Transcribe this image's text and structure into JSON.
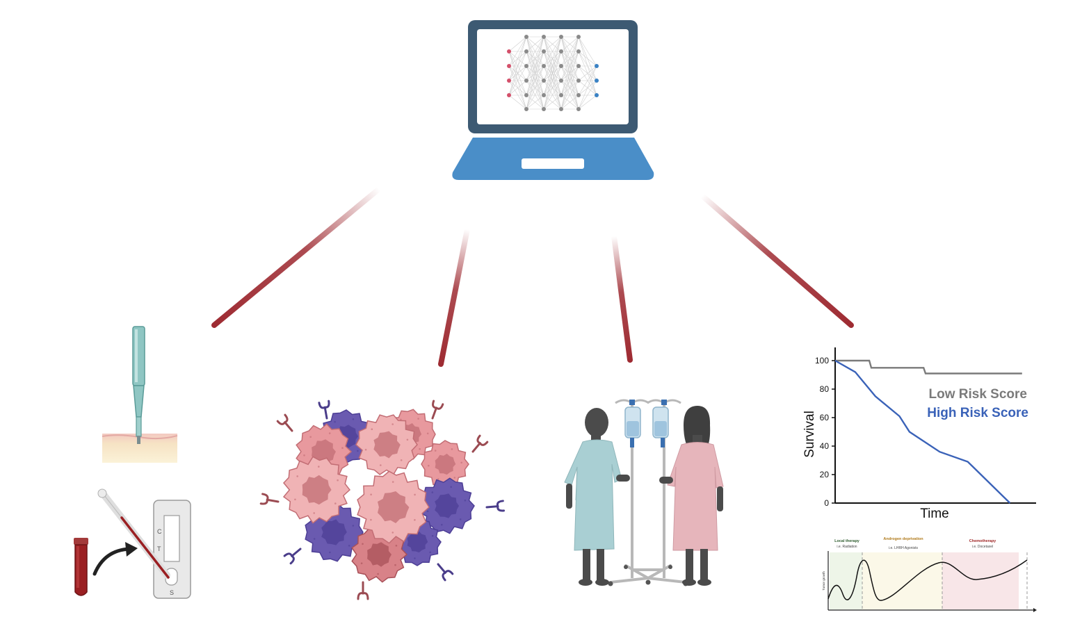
{
  "colors": {
    "laptop_frame": "#3d5a73",
    "laptop_base": "#4a8ec8",
    "arrow": "#9e2b32",
    "low_risk": "#7a7a7a",
    "high_risk": "#3a62b8",
    "cell_pink": "#e8999e",
    "cell_purple": "#6a5ab0",
    "gown_blue": "#a9cfd3",
    "gown_pink": "#e6b5bb",
    "blood": "#9a1f22"
  },
  "icons": {
    "computer": "laptop-neural-network-icon",
    "biopsy": "biopsy-needle-icon",
    "liquid_biopsy": "liquid-biopsy-test-icon",
    "tumor": "tumor-cells-icon",
    "patients": "patients-iv-icon",
    "growth": "tumor-growth-curve-icon"
  },
  "survival": {
    "chart_data": {
      "type": "line",
      "title": "",
      "xlabel": "Time",
      "ylabel": "Survival",
      "ylim": [
        0,
        100
      ],
      "xlim": [
        0,
        100
      ],
      "yticks": [
        0,
        20,
        40,
        60,
        80,
        100
      ],
      "legend_position": "top-right",
      "series": [
        {
          "name": "Low Risk Score",
          "color": "#7a7a7a",
          "x": [
            0,
            17,
            18,
            44,
            45,
            93
          ],
          "y": [
            100,
            100,
            95,
            95,
            91,
            91
          ]
        },
        {
          "name": "High Risk Score",
          "color": "#3a62b8",
          "x": [
            0,
            10,
            20,
            32,
            37,
            52,
            66,
            87
          ],
          "y": [
            100,
            92,
            75,
            61,
            50,
            36,
            29,
            0
          ]
        }
      ]
    }
  },
  "growth": {
    "ylabel": "Tumor growth",
    "phases": [
      {
        "title": "Local therapy",
        "sub": "i.e. Radiation",
        "color": "#2f5d2f",
        "bg": "#eef5e8"
      },
      {
        "title": "Androgen deprivation",
        "sub": "i.e. LHRH Agonists",
        "color": "#b07a1a",
        "bg": "#fbf8e8"
      },
      {
        "title": "Chemotherapy",
        "sub": "i.e. Docetaxel",
        "color": "#a02828",
        "bg": "#f8e6e8"
      }
    ]
  },
  "test_strip": {
    "c": "C",
    "t": "T",
    "s": "S"
  }
}
